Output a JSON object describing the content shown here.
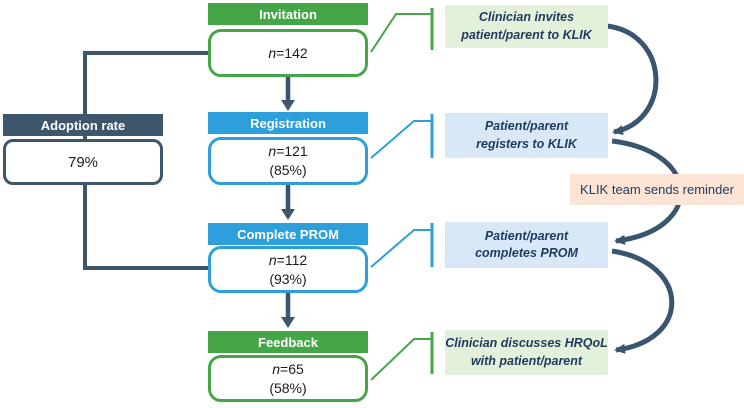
{
  "figure": {
    "type": "flowchart",
    "description": "KLIK PROM portal adoption flow with stage counts, adoption rate and process annotations"
  },
  "adoption": {
    "header": "Adoption rate",
    "value": "79%"
  },
  "stages": [
    {
      "header": "Invitation",
      "n_prefix": "n",
      "n_value": "=142",
      "pct": "",
      "color": "#45a648"
    },
    {
      "header": "Registration",
      "n_prefix": "n",
      "n_value": "=121",
      "pct": "(85%)",
      "color": "#2d9fda"
    },
    {
      "header": "Complete PROM",
      "n_prefix": "n",
      "n_value": "=112",
      "pct": "(93%)",
      "color": "#2d9fda"
    },
    {
      "header": "Feedback",
      "n_prefix": "n",
      "n_value": "=65",
      "pct": "(58%)",
      "color": "#45a648"
    }
  ],
  "annotations": [
    {
      "line1": "Clinician invites",
      "line2": "patient/parent to KLIK",
      "tone": "green"
    },
    {
      "line1": "Patient/parent",
      "line2": "registers to KLIK",
      "tone": "blue"
    },
    {
      "line1": "Patient/parent",
      "line2": "completes PROM",
      "tone": "blue"
    },
    {
      "line1": "Clinician discusses HRQoL",
      "line2": "with patient/parent",
      "tone": "green"
    }
  ],
  "reminder": {
    "text": "KLIK team sends reminder"
  },
  "colors": {
    "green": "#45a648",
    "blue": "#2d9fda",
    "slate": "#3d566c",
    "light_green": "#e3f0da",
    "light_blue": "#d9e8f7",
    "peach": "#fbe4d5",
    "annotation_text": "#1f3a5f"
  }
}
